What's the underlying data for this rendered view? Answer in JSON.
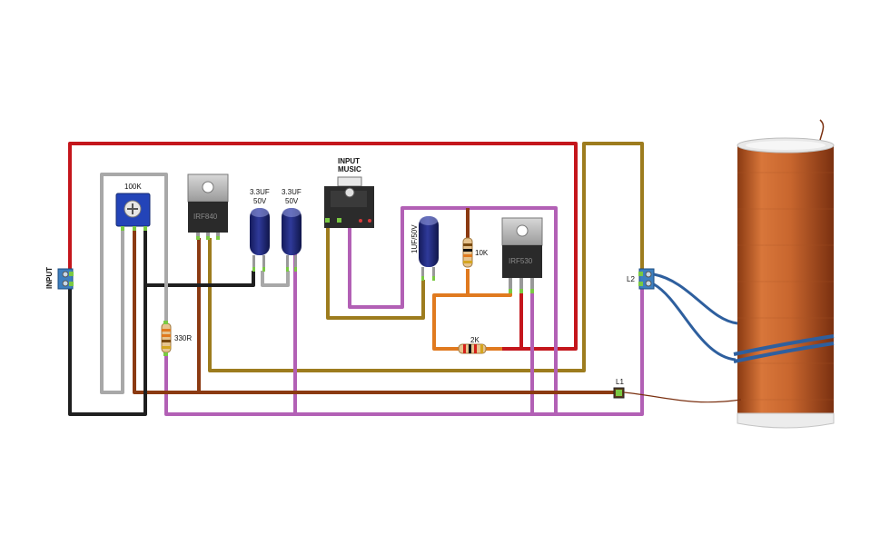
{
  "colors": {
    "red": "#c4161c",
    "mustard": "#9d7c1e",
    "purple": "#b260b5",
    "brown": "#8b3a12",
    "black": "#1f1f1f",
    "grey": "#a8a8a8",
    "orange": "#e07a1f",
    "blue": "#2e5f9e",
    "copper": "#c8662e"
  },
  "labels": {
    "input": "INPUT",
    "pot": "100K",
    "mosfet1": "IRF840",
    "cap1_value": "3.3UF",
    "cap1_voltage": "50V",
    "cap2_value": "3.3UF",
    "cap2_voltage": "50V",
    "input_music_line1": "INPUT",
    "input_music_line2": "MUSIC",
    "cap3": "1UF/50V",
    "r10k": "10K",
    "mosfet2": "IRF530",
    "r2k": "2K",
    "r330": "330R",
    "l2": "L2",
    "l1": "L1"
  }
}
